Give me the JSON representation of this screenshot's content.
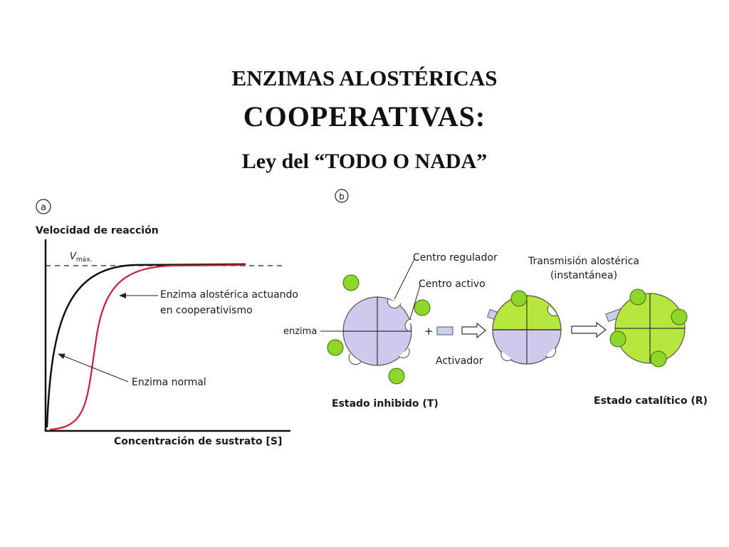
{
  "title": {
    "line1": "ENZIMAS ALOSTÉRICAS",
    "line2": "COOPERATIVAS:",
    "line3": "Ley del “TODO O NADA”"
  },
  "panel_a": {
    "marker": "a",
    "y_axis_label": "Velocidad de reacción",
    "x_axis_label": "Concentración de sustrato [S]",
    "vmax_label": "V",
    "vmax_sub": "máx.",
    "allosteric_label_line1": "Enzima alostérica actuando",
    "allosteric_label_line2": "en cooperativismo",
    "normal_label": "Enzima normal",
    "colors": {
      "normal": "#111111",
      "allosteric": "#c8203c"
    }
  },
  "panel_b": {
    "marker": "b",
    "enzima": "enzima",
    "centro_regulador": "Centro regulador",
    "centro_activo": "Centro activo",
    "transmision_line1": "Transmisión alostérica",
    "transmision_line2": "(instantánea)",
    "plus": "+",
    "activador": "Activador",
    "estado_inhibido": "Estado inhibido (T)",
    "estado_catalitico": "Estado catalítico (R)",
    "colors": {
      "inhibited": "#cfc9ee",
      "active": "#b7e63c",
      "substrate": "#8fd62a",
      "activator": "#c8d0ee"
    }
  }
}
